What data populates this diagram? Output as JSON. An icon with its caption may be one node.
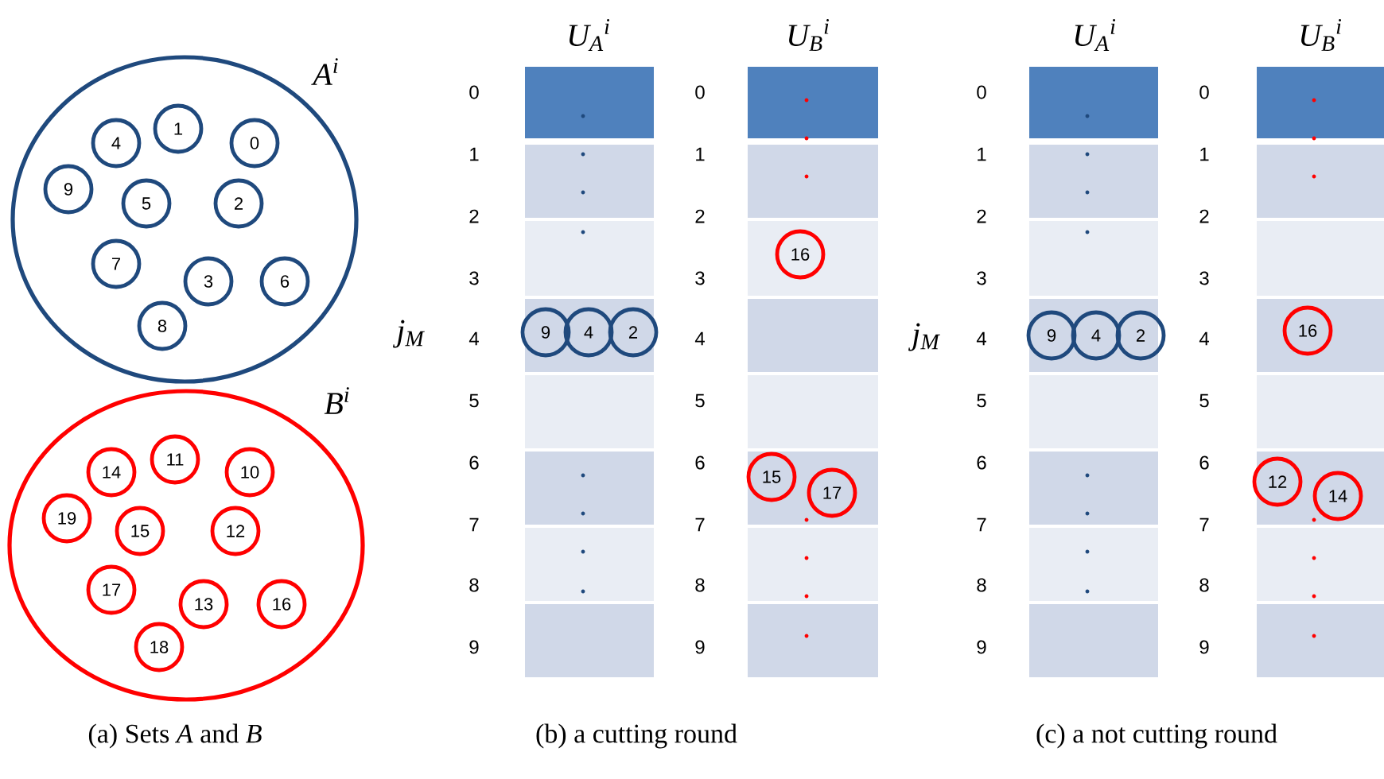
{
  "diagram": {
    "nodes": [
      {
        "text": [
          "A$^{i}$"
        ]
      },
      {
        "text": [
          "1"
        ],
        "in": 0
      },
      {
        "text": [
          "0"
        ],
        "in": 0
      },
      {
        "text": [
          "4"
        ],
        "in": 0
      },
      {
        "text": [
          "9"
        ],
        "in": 0
      },
      {
        "text": [
          "5"
        ],
        "in": 0
      },
      {
        "text": [
          "2"
        ],
        "in": 0
      },
      {
        "text": [
          "7"
        ],
        "in": 0
      },
      {
        "text": [
          "3"
        ],
        "in": 0
      },
      {
        "text": [
          "6"
        ],
        "in": 0
      },
      {
        "text": [
          "8"
        ],
        "in": 0
      },
      {
        "text": [
          "B$^{i}$"
        ]
      },
      {
        "text": [
          "11"
        ],
        "in": 11
      },
      {
        "text": [
          "14"
        ],
        "in": 11
      },
      {
        "text": [
          "10"
        ],
        "in": 11
      },
      {
        "text": [
          "19"
        ],
        "in": 11
      },
      {
        "text": [
          "15"
        ],
        "in": 11
      },
      {
        "text": [
          "12"
        ],
        "in": 11
      },
      {
        "text": [
          "17"
        ],
        "in": 11
      },
      {
        "text": [
          "13"
        ],
        "in": 11
      },
      {
        "text": [
          "16"
        ],
        "in": 11
      },
      {
        "text": [
          "18"
        ],
        "in": 11
      },
      {
        "text": [
          "16"
        ]
      },
      {
        "text": [
          "9"
        ]
      },
      {
        "text": [
          "4"
        ]
      },
      {
        "text": [
          "2"
        ]
      },
      {
        "text": [
          "15"
        ]
      },
      {
        "text": [
          "17"
        ]
      },
      {
        "text": [
          "9"
        ]
      },
      {
        "text": [
          "4"
        ]
      },
      {
        "text": [
          "2"
        ]
      },
      {
        "text": [
          "16"
        ]
      },
      {
        "text": [
          "12"
        ]
      },
      {
        "text": [
          "14"
        ]
      }
    ],
    "labels": [
      "U$_{A}$$^{i}$",
      "U$_{B}$$^{i}$",
      "U$_{A}$$^{i}$",
      "U$_{B}$$^{i}$",
      "j$_{M}$",
      "0",
      "1",
      "2",
      "3",
      "4",
      "5",
      "6",
      "7",
      "8",
      "9",
      "0",
      "1",
      "2",
      "3",
      "4",
      "5",
      "6",
      "7",
      "8",
      "9",
      "j$_{M}$",
      "0",
      "1",
      "2",
      "3",
      "4",
      "5",
      "6",
      "7",
      "8",
      "9",
      "0",
      "1",
      "2",
      "3",
      "4",
      "5",
      "6",
      "7",
      "8",
      "9",
      "(a) Sets *A* and *B*",
      "(b) a cutting round",
      "(c) a not cutting round"
    ]
  }
}
